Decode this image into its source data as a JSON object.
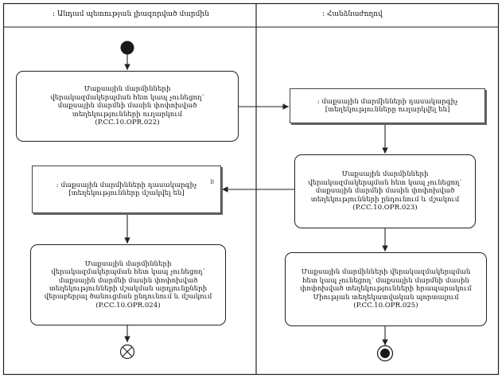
{
  "lanes": {
    "left_title": ": Անդամ պետության լիազորված մարմին",
    "right_title": ": Հանձնաժողով"
  },
  "nodes": {
    "a1": [
      "Մաքսային մարմինների",
      "վերակազմակերպման հետ կապ չունեցող՝",
      "մաքսային մարմնի մասին փոփոխված",
      "տեղեկությունների ուղարկում",
      "(P.CC.10.OPR.022)"
    ],
    "o1": [
      ": մաքսային մարմինների դասակարգիչ",
      "[տեղեկությունները ուղարկվել են]"
    ],
    "a2": [
      "Մաքսային մարմինների",
      "վերակազմակերպման հետ կապ չունեցող՝",
      "մաքսային մարմնի մասին փոփոխված",
      "տեղեկությունների ընդունում և մշակում",
      "(P.CC.10.OPR.023)"
    ],
    "o2": [
      ": մաքսային մարմինների դասակարգիչ",
      "[տեղեկությունները մշակվել են]"
    ],
    "a3": [
      "Մաքսային մարմինների",
      "վերակազմակերպման հետ կապ չունեցող՝",
      "մաքսային մարմնի մասին փոփոխված",
      "տեղեկությունների մշակման արդյունքների",
      "վերաբերյալ ծանուցման ընդունում և մշակում",
      "(P.CC.10.OPR.024)"
    ],
    "a4": [
      "Մաքսային մարմինների վերակազմակերպման",
      "հետ կապ չունեցող՝ մաքսային մարմնի մասին",
      "փոփոխված տեղեկությունների հրապարակում",
      "Միության տեղեկատվական պորտալում",
      "(P.CC.10.OPR.025)"
    ]
  },
  "marks": {
    "o2_tail": "B"
  }
}
